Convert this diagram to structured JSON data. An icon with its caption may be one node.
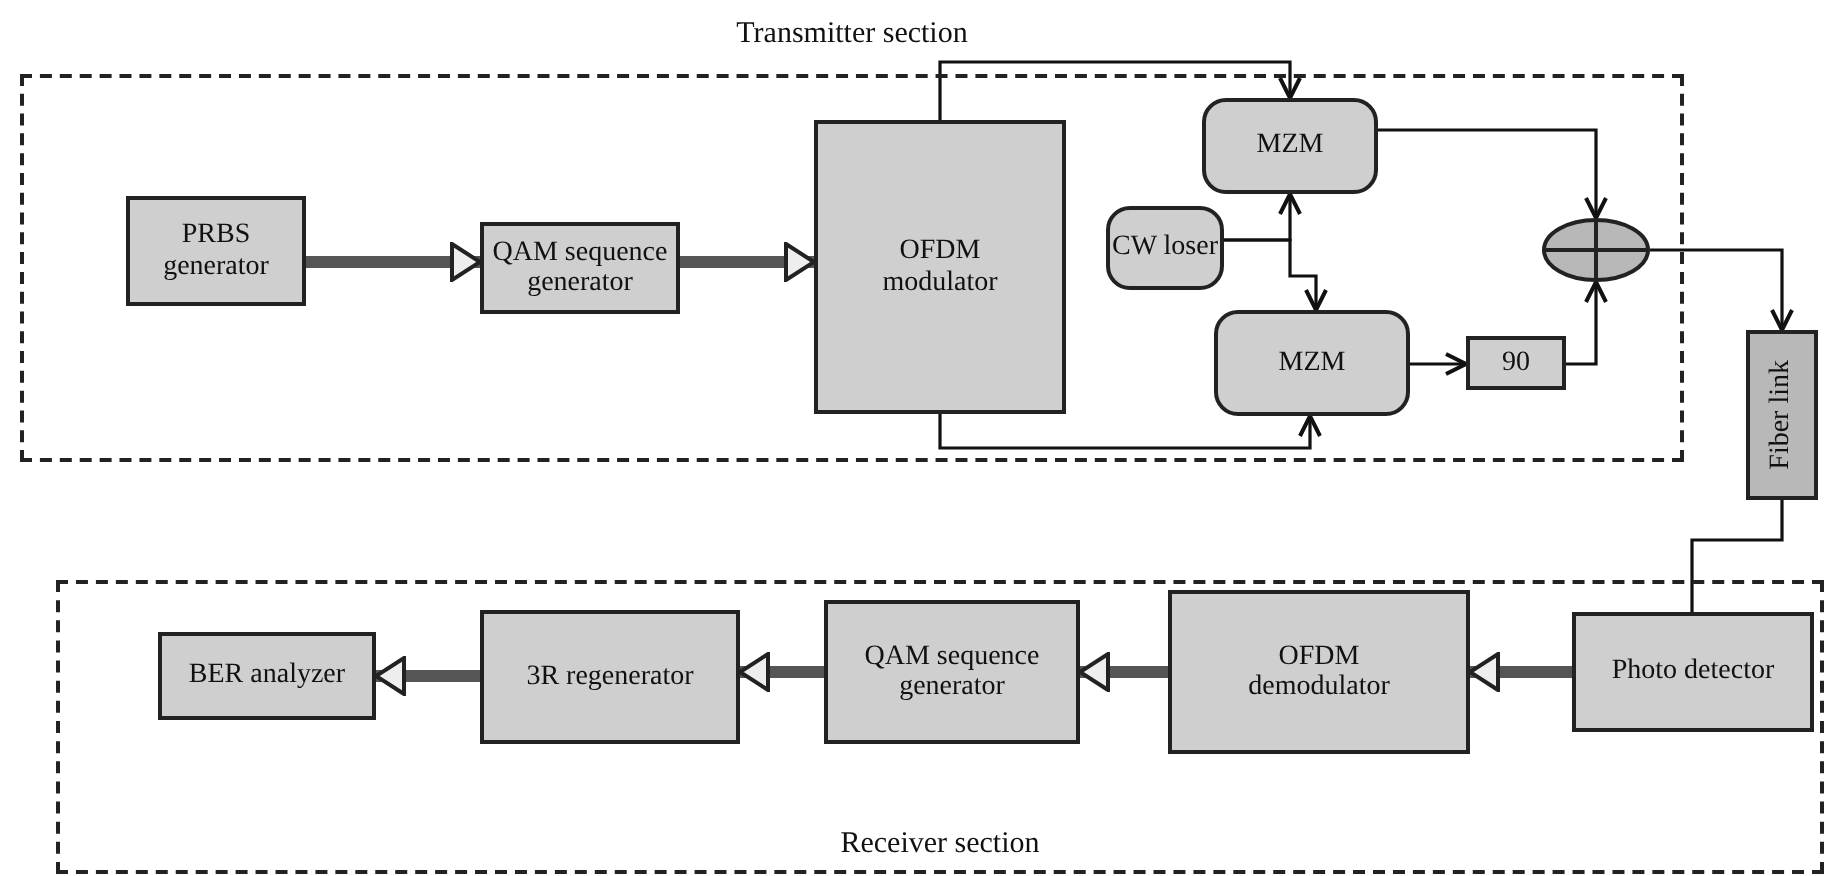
{
  "diagram": {
    "nodes": [
      {
        "text": [
          "Transmitter section"
        ]
      },
      {
        "text": [
          "PRBS generator"
        ],
        "in": 0
      },
      {
        "text": [
          "QAM sequence generator"
        ],
        "in": 0
      },
      {
        "text": [
          "OFDM modulator"
        ],
        "in": 0
      },
      {
        "text": [
          "MZM"
        ],
        "in": 0
      },
      {
        "text": [
          "CW loser"
        ],
        "in": 0
      },
      {
        "text": [
          "MZM"
        ],
        "in": 0
      },
      {
        "text": [
          "90"
        ],
        "in": 0
      },
      {
        "text": [],
        "shape": "circle",
        "in": 0
      },
      {
        "text": [
          "Fiber link"
        ]
      },
      {
        "text": [
          "Receiver section"
        ]
      },
      {
        "text": [
          "Photo detector"
        ],
        "in": 10
      },
      {
        "text": [
          "OFDM demodulator"
        ],
        "in": 10
      },
      {
        "text": [
          "QAM sequence generator"
        ],
        "in": 10
      },
      {
        "text": [
          "3R regenerator"
        ],
        "in": 10
      },
      {
        "text": [
          "BER analyzer"
        ],
        "in": 10
      }
    ],
    "edges": [
      {
        "from": 1,
        "to": 2,
        "arrow": "to",
        "style": "thick"
      },
      {
        "from": 2,
        "to": 3,
        "arrow": "to",
        "style": "thick"
      },
      {
        "from": 3,
        "to": 4,
        "arrow": "to"
      },
      {
        "from": 3,
        "to": 6,
        "arrow": "to"
      },
      {
        "from": 5,
        "to": 4,
        "arrow": "to"
      },
      {
        "from": 5,
        "to": 6,
        "arrow": "to"
      },
      {
        "from": 4,
        "to": 8,
        "arrow": "to"
      },
      {
        "from": 6,
        "to": 7,
        "arrow": "to"
      },
      {
        "from": 7,
        "to": 8,
        "arrow": "to"
      },
      {
        "from": 8,
        "to": 9,
        "arrow": "to"
      },
      {
        "from": 9,
        "to": 11,
        "arrow": "none"
      },
      {
        "from": 11,
        "to": 12,
        "arrow": "to",
        "style": "thick"
      },
      {
        "from": 12,
        "to": 13,
        "arrow": "to",
        "style": "thick"
      },
      {
        "from": 13,
        "to": 14,
        "arrow": "to",
        "style": "thick"
      },
      {
        "from": 14,
        "to": 15,
        "arrow": "to",
        "style": "thick"
      }
    ]
  }
}
